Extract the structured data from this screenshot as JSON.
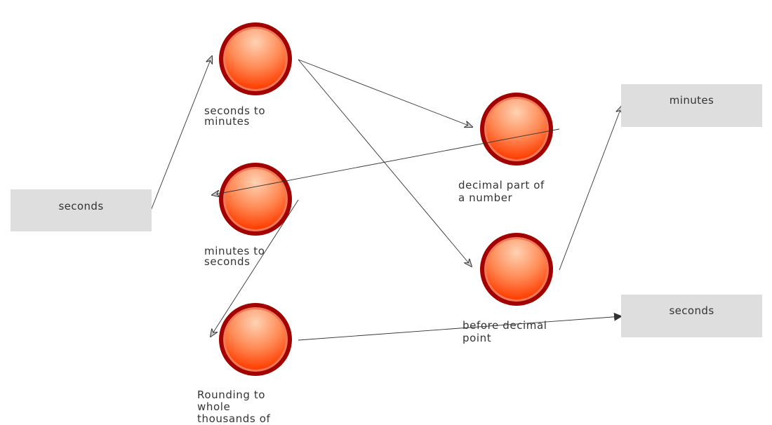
{
  "colors": {
    "node_fill_light": "#ffd2b4",
    "node_fill_dark": "#ff3c00",
    "node_ring": "#a30000",
    "box_fill": "#dedede",
    "edge": "#333333"
  },
  "inputs": [
    {
      "id": "in_seconds",
      "label": "seconds"
    }
  ],
  "outputs": [
    {
      "id": "out_minutes",
      "label": "minutes"
    },
    {
      "id": "out_seconds",
      "label": "seconds"
    }
  ],
  "nodes": [
    {
      "id": "sec_to_min",
      "label": "seconds to\nminutes"
    },
    {
      "id": "min_to_sec",
      "label": "minutes to\nseconds"
    },
    {
      "id": "rounding",
      "label": "Rounding to\nwhole\nthousands of"
    },
    {
      "id": "decimal_part",
      "label": "decimal part of\na number"
    },
    {
      "id": "before_decimal",
      "label": "before decimal\npoint"
    }
  ],
  "edges": [
    {
      "from": "in_seconds",
      "to": "sec_to_min"
    },
    {
      "from": "sec_to_min",
      "to": "decimal_part"
    },
    {
      "from": "sec_to_min",
      "to": "before_decimal"
    },
    {
      "from": "decimal_part",
      "to": "min_to_sec"
    },
    {
      "from": "min_to_sec",
      "to": "rounding"
    },
    {
      "from": "before_decimal",
      "to": "out_minutes"
    },
    {
      "from": "rounding",
      "to": "out_seconds"
    }
  ]
}
